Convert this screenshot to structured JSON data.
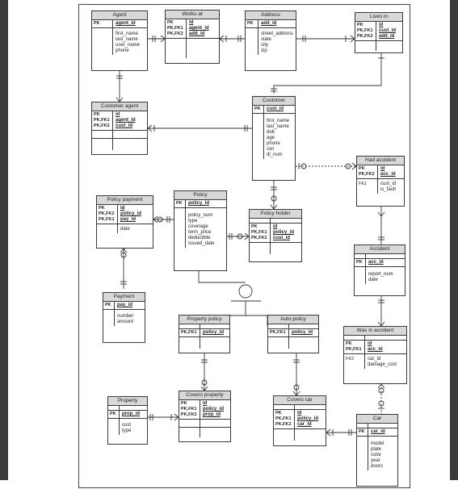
{
  "entities": {
    "agent": {
      "title": "Agent",
      "pk": [
        {
          "key": "PK",
          "attr": "agent_id"
        }
      ],
      "attrs": [
        "first_name",
        "last_name",
        "user_name",
        "phone"
      ]
    },
    "works_at": {
      "title": "Works at",
      "pk": [
        {
          "key": "PK",
          "attr": "id"
        },
        {
          "key": "PK,FK1",
          "attr": "agent_id"
        },
        {
          "key": "PK,FK2",
          "attr": "add_id"
        }
      ],
      "attrs": []
    },
    "address": {
      "title": "Address",
      "pk": [
        {
          "key": "PK",
          "attr": "add_id"
        }
      ],
      "attrs": [
        "street_address",
        "state",
        "city",
        "zip"
      ]
    },
    "lives_in": {
      "title": "Lives in",
      "pk": [
        {
          "key": "PK",
          "attr": "id"
        },
        {
          "key": "PK,FK1",
          "attr": "cust_id"
        },
        {
          "key": "PK,FK2",
          "attr": "add_id"
        }
      ],
      "attrs": []
    },
    "customer_agent": {
      "title": "Customer agent",
      "pk": [
        {
          "key": "PK",
          "attr": "id"
        },
        {
          "key": "PK,FK1",
          "attr": "agent_id"
        },
        {
          "key": "PK,FK2",
          "attr": "cust_id"
        }
      ],
      "attrs": []
    },
    "customer": {
      "title": "Customer",
      "pk": [
        {
          "key": "PK",
          "attr": "cust_id"
        }
      ],
      "attrs": [
        "first_name",
        "last_name",
        "dob",
        "age",
        "phone",
        "ssn",
        "dl_num"
      ]
    },
    "had_accident": {
      "title": "Had accident",
      "pk": [
        {
          "key": "PK",
          "attr": "id"
        },
        {
          "key": "PK,FK2",
          "attr": "acc_id"
        }
      ],
      "fk": [
        {
          "key": "FK1",
          "attr": "cust_id"
        }
      ],
      "attrs": [
        "is_fault"
      ]
    },
    "policy_payment": {
      "title": "Policy payment",
      "pk": [
        {
          "key": "PK",
          "attr": "id"
        },
        {
          "key": "PK,FK2",
          "attr": "policy_id"
        },
        {
          "key": "PK,FK1",
          "attr": "pay_id"
        }
      ],
      "attrs": [
        "date"
      ]
    },
    "policy": {
      "title": "Policy",
      "pk": [
        {
          "key": "PK",
          "attr": "policy_id"
        }
      ],
      "attrs": [
        "policy_num",
        "type",
        "coverage",
        "term_price",
        "deductible",
        "issued_date"
      ]
    },
    "policy_holder": {
      "title": "Policy holder",
      "pk": [
        {
          "key": "PK",
          "attr": "id"
        },
        {
          "key": "PK,FK1",
          "attr": "policy_id"
        },
        {
          "key": "PK,FK2",
          "attr": "cust_id"
        }
      ],
      "attrs": []
    },
    "accident": {
      "title": "Accident",
      "pk": [
        {
          "key": "PK",
          "attr": "acc_id"
        }
      ],
      "attrs": [
        "report_num",
        "date"
      ]
    },
    "payment": {
      "title": "Payment",
      "pk": [
        {
          "key": "PK",
          "attr": "pay_id"
        }
      ],
      "attrs": [
        "number",
        "amount"
      ]
    },
    "property_policy": {
      "title": "Property policy",
      "pk": [
        {
          "key": "PK,FK1",
          "attr": "policy_id"
        }
      ],
      "attrs": []
    },
    "auto_policy": {
      "title": "Auto policy",
      "pk": [
        {
          "key": "PK,FK1",
          "attr": "policy_id"
        }
      ],
      "attrs": []
    },
    "was_in_accident": {
      "title": "Was in accident",
      "pk": [
        {
          "key": "PK",
          "attr": "id"
        },
        {
          "key": "PK,FK1",
          "attr": "acc_id"
        }
      ],
      "fk": [
        {
          "key": "FK2",
          "attr": "car_id"
        }
      ],
      "attrs": [
        "damage_cost"
      ]
    },
    "property": {
      "title": "Property",
      "pk": [
        {
          "key": "PK",
          "attr": "prop_id"
        }
      ],
      "attrs": [
        "cost",
        "type"
      ]
    },
    "covers_property": {
      "title": "Covers property",
      "pk": [
        {
          "key": "PK",
          "attr": "id"
        },
        {
          "key": "PK,FK1",
          "attr": "policy_id"
        },
        {
          "key": "PK,FK2",
          "attr": "prop_id"
        }
      ],
      "attrs": []
    },
    "covers_car": {
      "title": "Covers car",
      "pk": [
        {
          "key": "PK",
          "attr": "id"
        },
        {
          "key": "PK,FK1",
          "attr": "policy_id"
        },
        {
          "key": "PK,FK2",
          "attr": "car_id"
        }
      ],
      "attrs": []
    },
    "car": {
      "title": "Car",
      "pk": [
        {
          "key": "PK",
          "attr": "car_id"
        }
      ],
      "attrs": [
        "model",
        "plate",
        "color",
        "year",
        "doors"
      ]
    }
  },
  "colors": {
    "header": "#d8d8d8",
    "border": "#3a3a3a",
    "line": "#333333",
    "frame": "#3a3a3a"
  }
}
